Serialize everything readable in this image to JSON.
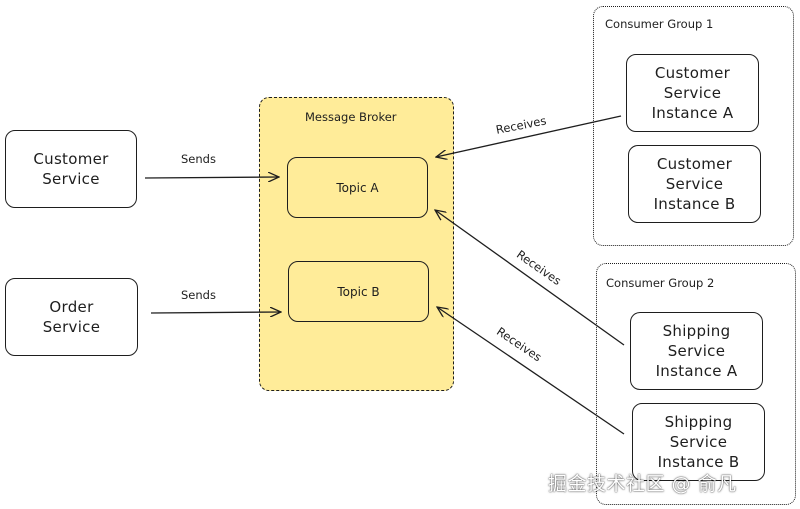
{
  "producers": [
    {
      "id": "customer-service",
      "lines": [
        "Customer",
        "Service"
      ]
    },
    {
      "id": "order-service",
      "lines": [
        "Order",
        "Service"
      ]
    }
  ],
  "broker": {
    "title": "Message Broker",
    "topics": [
      "Topic A",
      "Topic B"
    ]
  },
  "consumer_groups": [
    {
      "title": "Consumer Group 1",
      "instances": [
        {
          "lines": [
            "Customer",
            "Service",
            "Instance A"
          ]
        },
        {
          "lines": [
            "Customer",
            "Service",
            "Instance B"
          ]
        }
      ]
    },
    {
      "title": "Consumer Group 2",
      "instances": [
        {
          "lines": [
            "Shipping",
            "Service",
            "Instance A"
          ]
        },
        {
          "lines": [
            "Shipping",
            "Service",
            "Instance B"
          ]
        }
      ]
    }
  ],
  "edges": {
    "sends_label": "Sends",
    "receives_label": "Receives"
  },
  "watermark": "掘金技术社区 @ 俞凡",
  "colors": {
    "broker_fill": "#ffec99",
    "stroke": "#1e1e1e",
    "background": "#ffffff"
  }
}
